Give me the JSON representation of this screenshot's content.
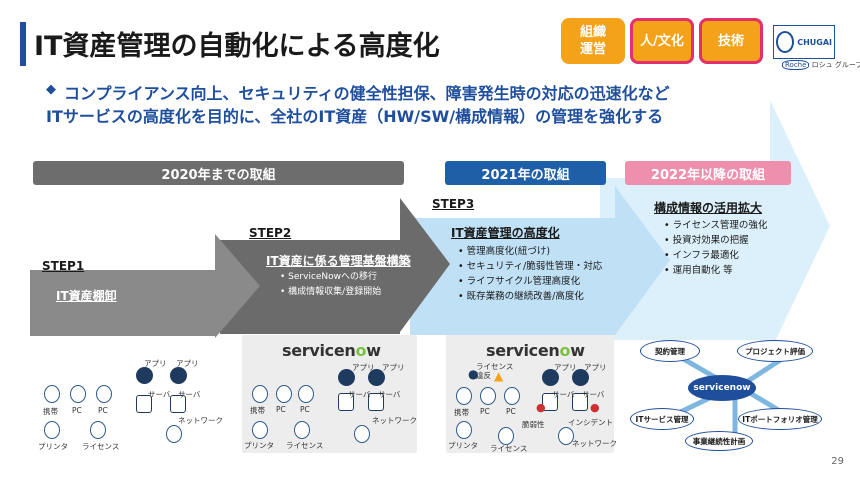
{
  "title": "IT資産管理の自動化による高度化",
  "tags": [
    "組織\n運営",
    "人/文化",
    "技術"
  ],
  "logo": {
    "name": "CHUGAI",
    "group": "ロシュ グループ",
    "roche": "Roche"
  },
  "lead_lines": [
    "コンプライアンス向上、セキュリティの健全性担保、障害発生時の対応の迅速化など",
    "ITサービスの高度化を目的に、全社のIT資産（HW/SW/構成情報）の管理を強化する"
  ],
  "phases": [
    "2020年までの取組",
    "2021年の取組",
    "2022年以降の取組"
  ],
  "steps": {
    "step1": {
      "label": "STEP1",
      "head": "IT資産棚卸"
    },
    "step2": {
      "label": "STEP2",
      "head": "IT資産に係る管理基盤構築",
      "bullets": [
        "ServiceNowへの移行",
        "構成情報収集/登録開始"
      ]
    },
    "step3": {
      "label": "STEP3",
      "head": "IT資産管理の高度化",
      "bullets": [
        "管理高度化(紐づけ)",
        "セキュリティ/脆弱性管理・対応",
        "ライフサイクル管理高度化",
        "既存業務の継続改善/高度化"
      ]
    },
    "future": {
      "head": "構成情報の活用拡大",
      "bullets": [
        "ライセンス管理の強化",
        "投資対効果の把握",
        "インフラ最適化",
        "運用自動化  等"
      ]
    }
  },
  "devices": {
    "mobile": "携帯",
    "pc": "PC",
    "printer": "プリンタ",
    "license": "ライセンス",
    "app": "アプリ",
    "server": "サーバ",
    "network": "ネットワーク",
    "violation": "ライセンス\n違反",
    "vuln": "脆弱性",
    "incident": "インシデント"
  },
  "servicenow": {
    "prefix": "servicen",
    "o": "o",
    "suffix": "w"
  },
  "hub": {
    "center": "servicenow",
    "nodes": [
      "契約管理",
      "プロジェクト評価",
      "ITサービス管理",
      "ITポートフォリオ管理",
      "事業継続性計画"
    ]
  },
  "page_number": "29",
  "colors": {
    "brand": "#1f4e9c",
    "gray_phase": "#6d6d6d",
    "blue_phase": "#1f5fa8",
    "pink_phase": "#ef8fae",
    "tag": "#f5a21b"
  }
}
